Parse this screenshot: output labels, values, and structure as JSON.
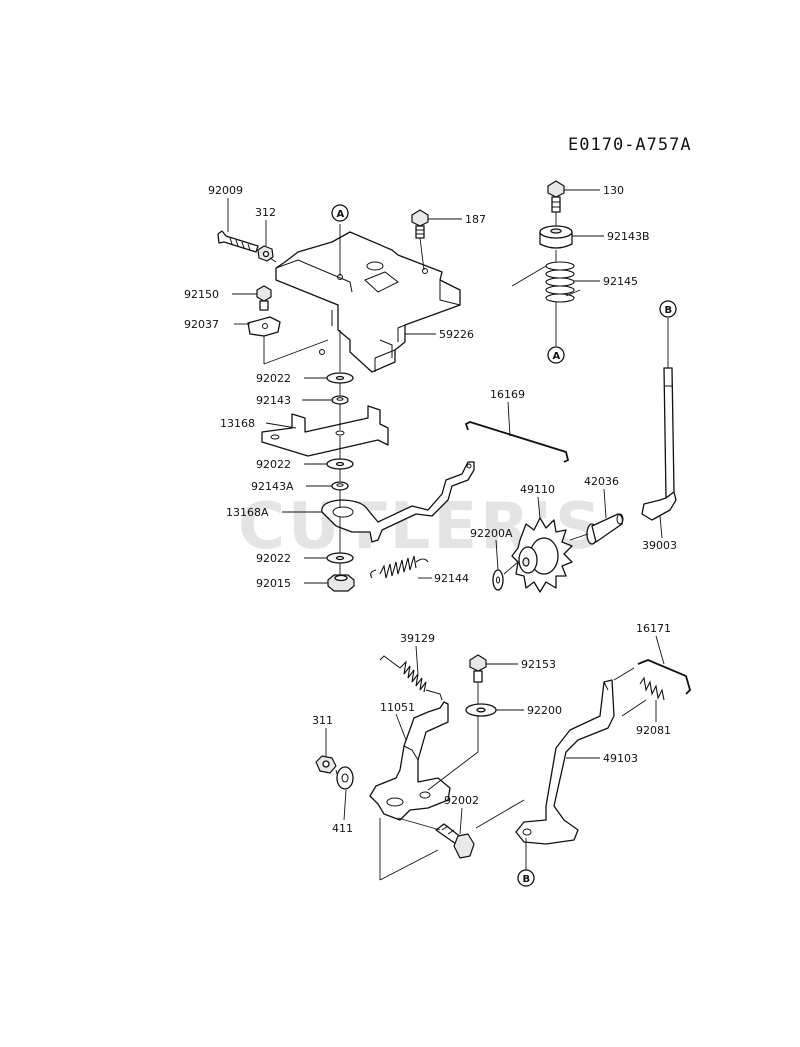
{
  "diagram_id": "E0170-A757A",
  "watermark": "CUTLER'S",
  "ref_markers": {
    "a": "A",
    "b": "B"
  },
  "labels": {
    "p92009": "92009",
    "p312": "312",
    "p187": "187",
    "p130": "130",
    "p92143B": "92143B",
    "p92145": "92145",
    "p92150": "92150",
    "p92037": "92037",
    "p59226": "59226",
    "p92022_a": "92022",
    "p92143": "92143",
    "p13168": "13168",
    "p92022_b": "92022",
    "p92143A": "92143A",
    "p13168A": "13168A",
    "p92022_c": "92022",
    "p92015": "92015",
    "p92144": "92144",
    "p16169": "16169",
    "p49110": "49110",
    "p42036": "42036",
    "p92200A": "92200A",
    "p39003": "39003",
    "p39129": "39129",
    "p92153": "92153",
    "p16171": "16171",
    "p311": "311",
    "p11051": "11051",
    "p92200": "92200",
    "p92081": "92081",
    "p49103": "49103",
    "p411": "411",
    "p92002": "92002"
  }
}
